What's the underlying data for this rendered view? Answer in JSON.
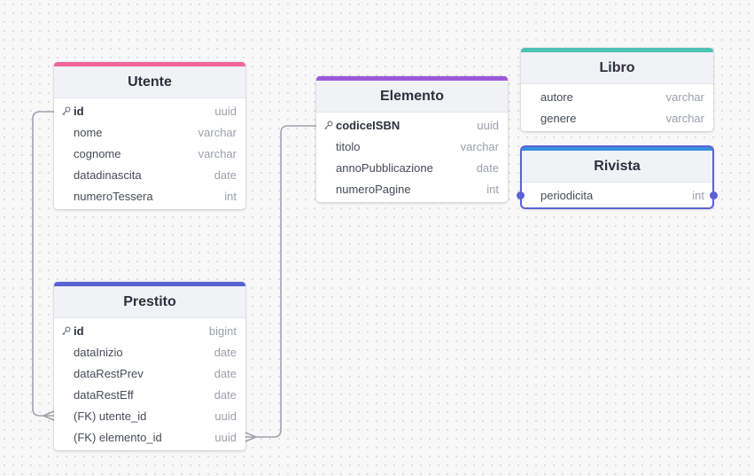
{
  "tables": {
    "utente": {
      "title": "Utente",
      "color": "#f0679a",
      "fields": [
        {
          "name": "id",
          "type": "uuid",
          "pk": true
        },
        {
          "name": "nome",
          "type": "varchar"
        },
        {
          "name": "cognome",
          "type": "varchar"
        },
        {
          "name": "datadinascita",
          "type": "date"
        },
        {
          "name": "numeroTessera",
          "type": "int"
        }
      ]
    },
    "elemento": {
      "title": "Elemento",
      "color": "#9b59dc",
      "fields": [
        {
          "name": "codiceISBN",
          "type": "uuid",
          "pk": true
        },
        {
          "name": "titolo",
          "type": "varchar"
        },
        {
          "name": "annoPubblicazione",
          "type": "date"
        },
        {
          "name": "numeroPagine",
          "type": "int"
        }
      ]
    },
    "libro": {
      "title": "Libro",
      "color": "#4cc3b4",
      "fields": [
        {
          "name": "autore",
          "type": "varchar"
        },
        {
          "name": "genere",
          "type": "varchar"
        }
      ]
    },
    "rivista": {
      "title": "Rivista",
      "color": "#3a8fdc",
      "fields": [
        {
          "name": "periodicita",
          "type": "int"
        }
      ]
    },
    "prestito": {
      "title": "Prestito",
      "color": "#5a62d6",
      "fields": [
        {
          "name": "id",
          "type": "bigint",
          "pk": true
        },
        {
          "name": "dataInizio",
          "type": "date"
        },
        {
          "name": "dataRestPrev",
          "type": "date"
        },
        {
          "name": "dataRestEff",
          "type": "date"
        },
        {
          "name": "(FK) utente_id",
          "type": "uuid"
        },
        {
          "name": "(FK) elemento_id",
          "type": "uuid"
        }
      ]
    }
  },
  "relationships": [
    {
      "from": "utente.id",
      "to": "prestito.(FK) utente_id",
      "cardinality": "one-to-many"
    },
    {
      "from": "elemento.codiceISBN",
      "to": "prestito.(FK) elemento_id",
      "cardinality": "one-to-many"
    }
  ],
  "selected_table": "rivista"
}
